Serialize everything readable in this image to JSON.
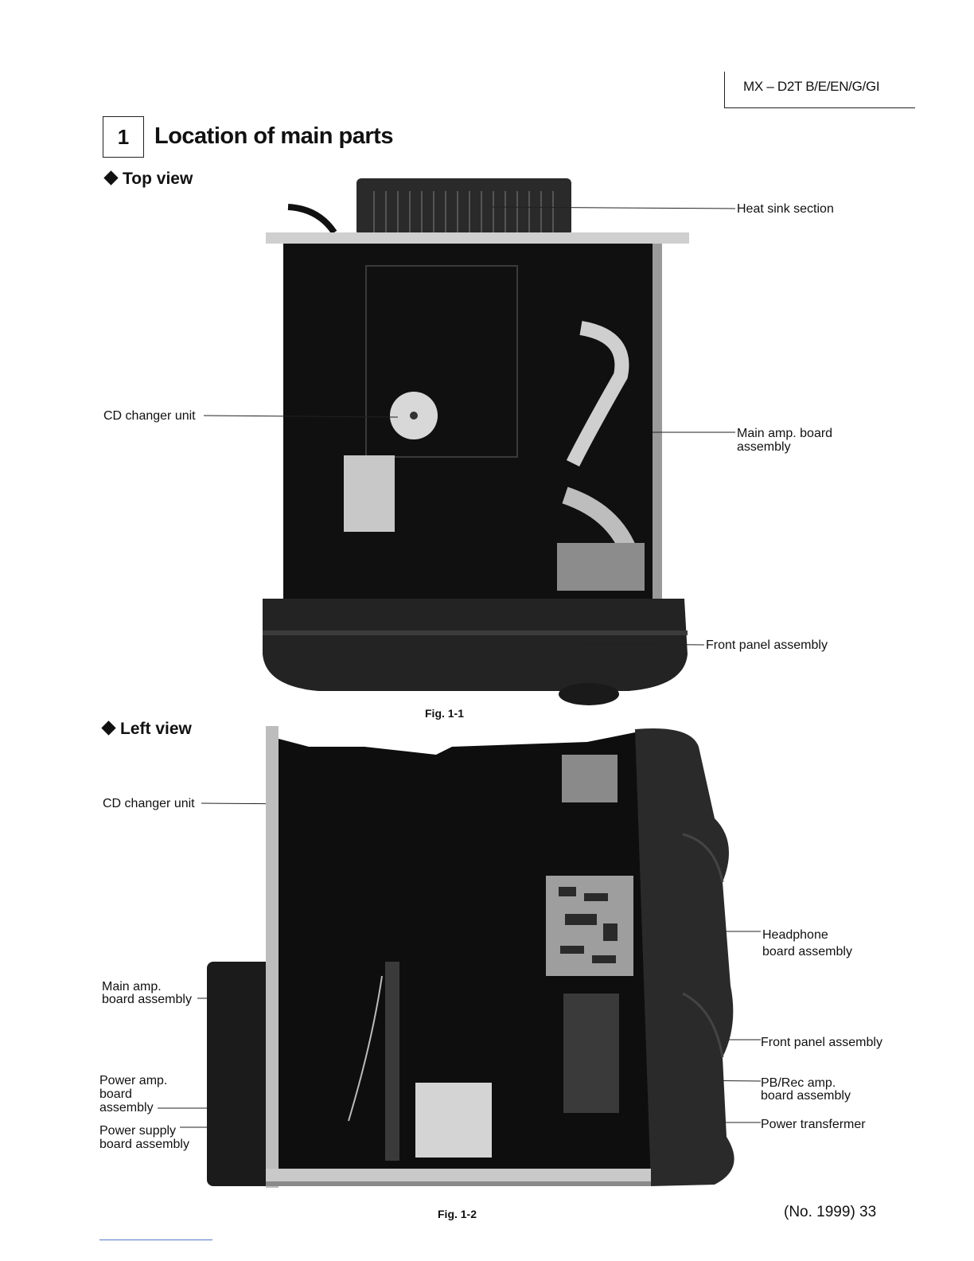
{
  "header": {
    "model": "MX – D2T B/E/EN/G/GI"
  },
  "section": {
    "number": "1",
    "title": "Location of main parts"
  },
  "top_view": {
    "heading": "Top view",
    "labels": {
      "heat_sink": "Heat sink section",
      "cd_changer": "CD changer unit",
      "main_amp_1": "Main amp. board",
      "main_amp_2": "assembly",
      "front_panel": "Front panel assembly"
    },
    "figure": "Fig. 1-1"
  },
  "left_view": {
    "heading": "Left view",
    "labels": {
      "cd_changer": "CD changer unit",
      "headphone_1": "Headphone",
      "headphone_2": "board assembly",
      "main_amp_1": "Main amp.",
      "main_amp_2": "board assembly",
      "front_panel": "Front panel assembly",
      "power_amp_1": "Power amp.",
      "power_amp_2": "board",
      "power_amp_3": "assembly",
      "pbrec_1": "PB/Rec amp.",
      "pbrec_2": "board assembly",
      "power_supply_1": "Power supply",
      "power_supply_2": "board assembly",
      "power_transformer": "Power transfermer"
    },
    "figure": "Fig. 1-2"
  },
  "footer": {
    "page": "(No. 1999)  33"
  }
}
